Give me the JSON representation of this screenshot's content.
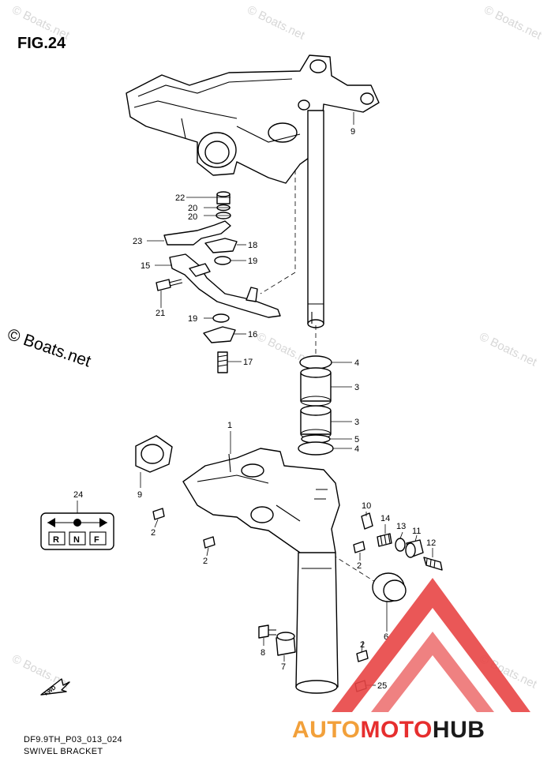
{
  "figure": {
    "title": "FIG.24",
    "code": "DF9.9TH_P03_013_024",
    "name": "SWIVEL BRACKET",
    "side_watermark": "© Boats.net",
    "watermark_text": "© Boats.net"
  },
  "brand": {
    "part1": "AUTO",
    "part2": "MOTO",
    "part3": "HUB"
  },
  "callouts": [
    {
      "id": "c9a",
      "label": "9"
    },
    {
      "id": "c22",
      "label": "22"
    },
    {
      "id": "c20a",
      "label": "20"
    },
    {
      "id": "c20b",
      "label": "20"
    },
    {
      "id": "c23",
      "label": "23"
    },
    {
      "id": "c18",
      "label": "18"
    },
    {
      "id": "c15",
      "label": "15"
    },
    {
      "id": "c19a",
      "label": "19"
    },
    {
      "id": "c21",
      "label": "21"
    },
    {
      "id": "c19b",
      "label": "19"
    },
    {
      "id": "c16",
      "label": "16"
    },
    {
      "id": "c17",
      "label": "17"
    },
    {
      "id": "c4a",
      "label": "4"
    },
    {
      "id": "c3a",
      "label": "3"
    },
    {
      "id": "c3b",
      "label": "3"
    },
    {
      "id": "c5",
      "label": "5"
    },
    {
      "id": "c4b",
      "label": "4"
    },
    {
      "id": "c1",
      "label": "1"
    },
    {
      "id": "c9b",
      "label": "9"
    },
    {
      "id": "c24",
      "label": "24"
    },
    {
      "id": "c2a",
      "label": "2"
    },
    {
      "id": "c10",
      "label": "10"
    },
    {
      "id": "c14",
      "label": "14"
    },
    {
      "id": "c13",
      "label": "13"
    },
    {
      "id": "c11",
      "label": "11"
    },
    {
      "id": "c12",
      "label": "12"
    },
    {
      "id": "c2b",
      "label": "2"
    },
    {
      "id": "c2c",
      "label": "2"
    },
    {
      "id": "c6",
      "label": "6"
    },
    {
      "id": "c8",
      "label": "8"
    },
    {
      "id": "c7",
      "label": "7"
    },
    {
      "id": "c2d",
      "label": "2"
    },
    {
      "id": "c25",
      "label": "25"
    }
  ],
  "shift_indicator": {
    "r": "R",
    "n": "N",
    "f": "F"
  },
  "fwd_label": "FWD"
}
